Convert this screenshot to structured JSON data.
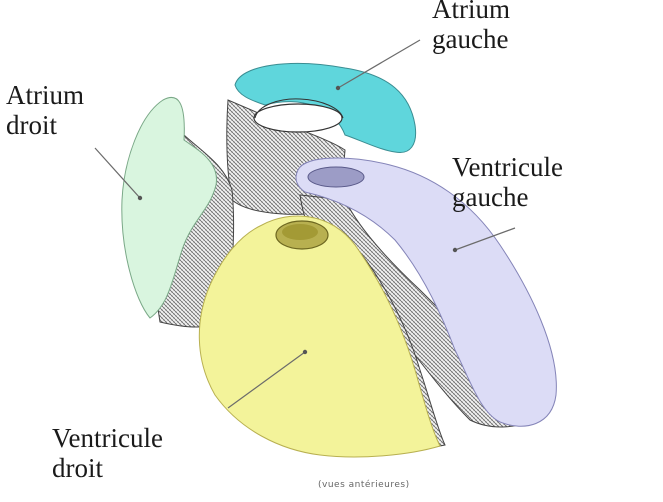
{
  "labels": {
    "atrium_gauche_l1": "Atrium",
    "atrium_gauche_l2": "gauche",
    "atrium_droit_l1": "Atrium",
    "atrium_droit_l2": "droit",
    "ventricule_gauche_l1": "Ventricule",
    "ventricule_gauche_l2": "gauche",
    "ventricule_droit_l1": "Ventricule",
    "ventricule_droit_l2": "droit"
  },
  "caption": "(vues antérieures)",
  "colors": {
    "atrium_gauche": "#5fd6dc",
    "atrium_droit": "#d9f5df",
    "ventricule_gauche": "#dcdcf6",
    "ventricule_droit": "#f3f39a",
    "orifice": "#b8b050",
    "hatch_stroke": "#4a4a4a"
  }
}
